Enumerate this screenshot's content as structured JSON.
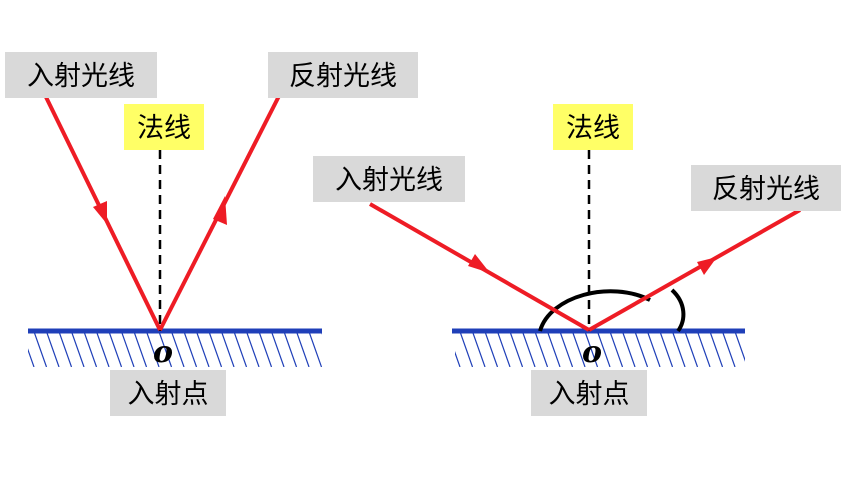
{
  "colors": {
    "ray": "#ee1c25",
    "surface": "#1f3fb8",
    "hatch": "#1f3fb8",
    "normal": "#000000",
    "angle_arc": "#000000",
    "label_bg_gray": "#d9d9d9",
    "label_bg_yellow": "#ffff66"
  },
  "left": {
    "incident_label": "入射光线",
    "reflected_label": "反射光线",
    "normal_label": "法线",
    "point_label": "o",
    "incidence_point_label": "入射点"
  },
  "right": {
    "incident_label": "入射光线",
    "reflected_label": "反射光线",
    "normal_label": "法线",
    "point_label": "o",
    "incidence_point_label": "入射点"
  }
}
